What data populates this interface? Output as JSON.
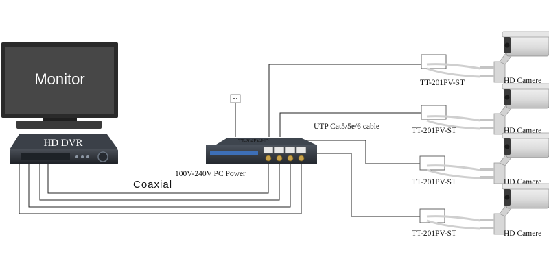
{
  "monitor": {
    "label": "Monitor"
  },
  "dvr": {
    "label": "HD DVR"
  },
  "coax": {
    "label": "Coaxial"
  },
  "hub": {
    "model": "TT-204PV-HD",
    "power_label": "100V-240V PC Power"
  },
  "cable": {
    "label": "UTP Cat5/5e/6 cable"
  },
  "cameras": [
    {
      "transceiver": "TT-201PV-ST",
      "camera": "HD  Camere"
    },
    {
      "transceiver": "TT-201PV-ST",
      "camera": "HD  Camere"
    },
    {
      "transceiver": "TT-201PV-ST",
      "camera": "HD  Camere"
    },
    {
      "transceiver": "TT-201PV-ST",
      "camera": "HD  Camere"
    }
  ],
  "colors": {
    "monitor_body": "#2a2a2a",
    "screen": "#454545",
    "dvr_body": "#2f3339",
    "hub_body": "#2e333b",
    "hub_panel": "#3d6fb8",
    "line": "#222222"
  }
}
